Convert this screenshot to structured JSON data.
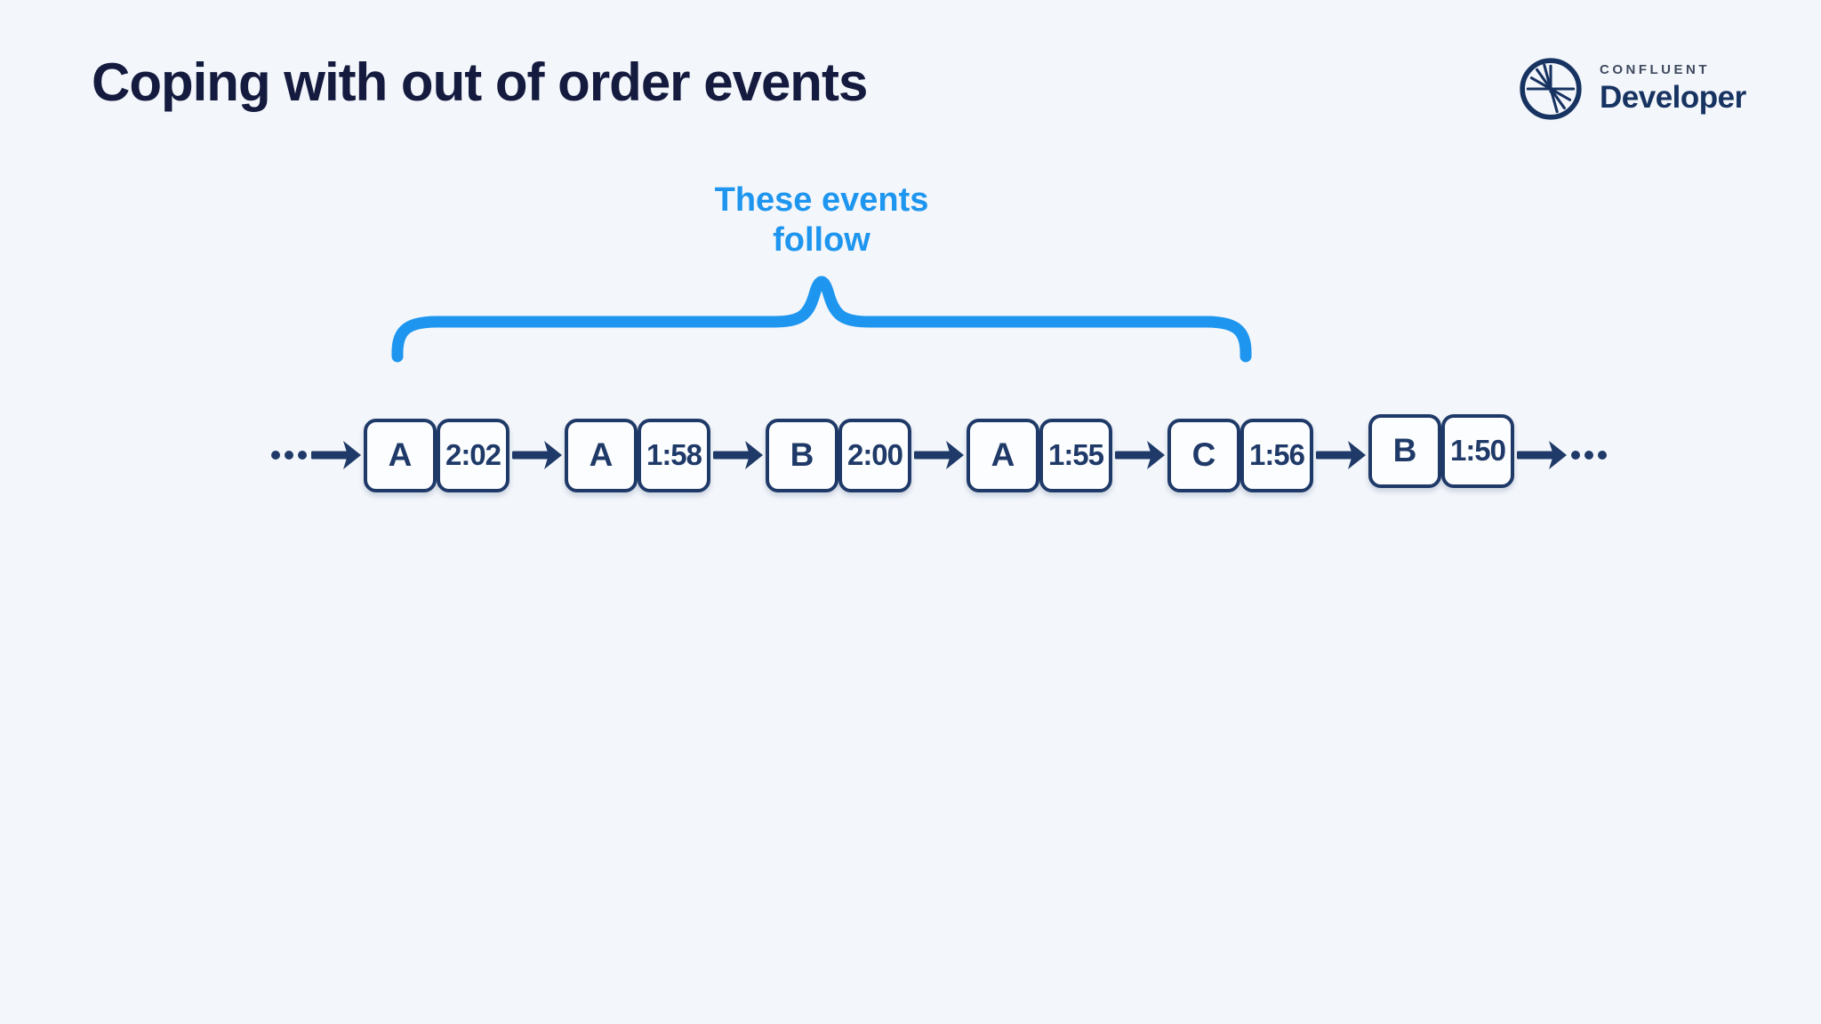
{
  "slide": {
    "title": "Coping with out of order events",
    "background_color": "#f3f6fb"
  },
  "logo": {
    "brand": "CONFLUENT",
    "product": "Developer",
    "icon": "confluent-starburst-icon",
    "navy_color": "#173361"
  },
  "annotation": {
    "line1": "These events",
    "line2": "follow",
    "color": "#1e96ef",
    "brace_covers_events": [
      "A 2:02",
      "A 1:58",
      "B 2:00",
      "A 1:55",
      "C 1:56"
    ]
  },
  "stream": {
    "direction": "left-to-right",
    "leading_ellipsis": "...",
    "trailing_ellipsis": "...",
    "events": [
      {
        "key": "A",
        "timestamp": "2:02"
      },
      {
        "key": "A",
        "timestamp": "1:58"
      },
      {
        "key": "B",
        "timestamp": "2:00"
      },
      {
        "key": "A",
        "timestamp": "1:55"
      },
      {
        "key": "C",
        "timestamp": "1:56"
      },
      {
        "key": "B",
        "timestamp": "1:50"
      }
    ],
    "colors": {
      "box_border": "#1f3a68",
      "box_fill": "#fcfdff",
      "arrow": "#1f3a68"
    }
  }
}
